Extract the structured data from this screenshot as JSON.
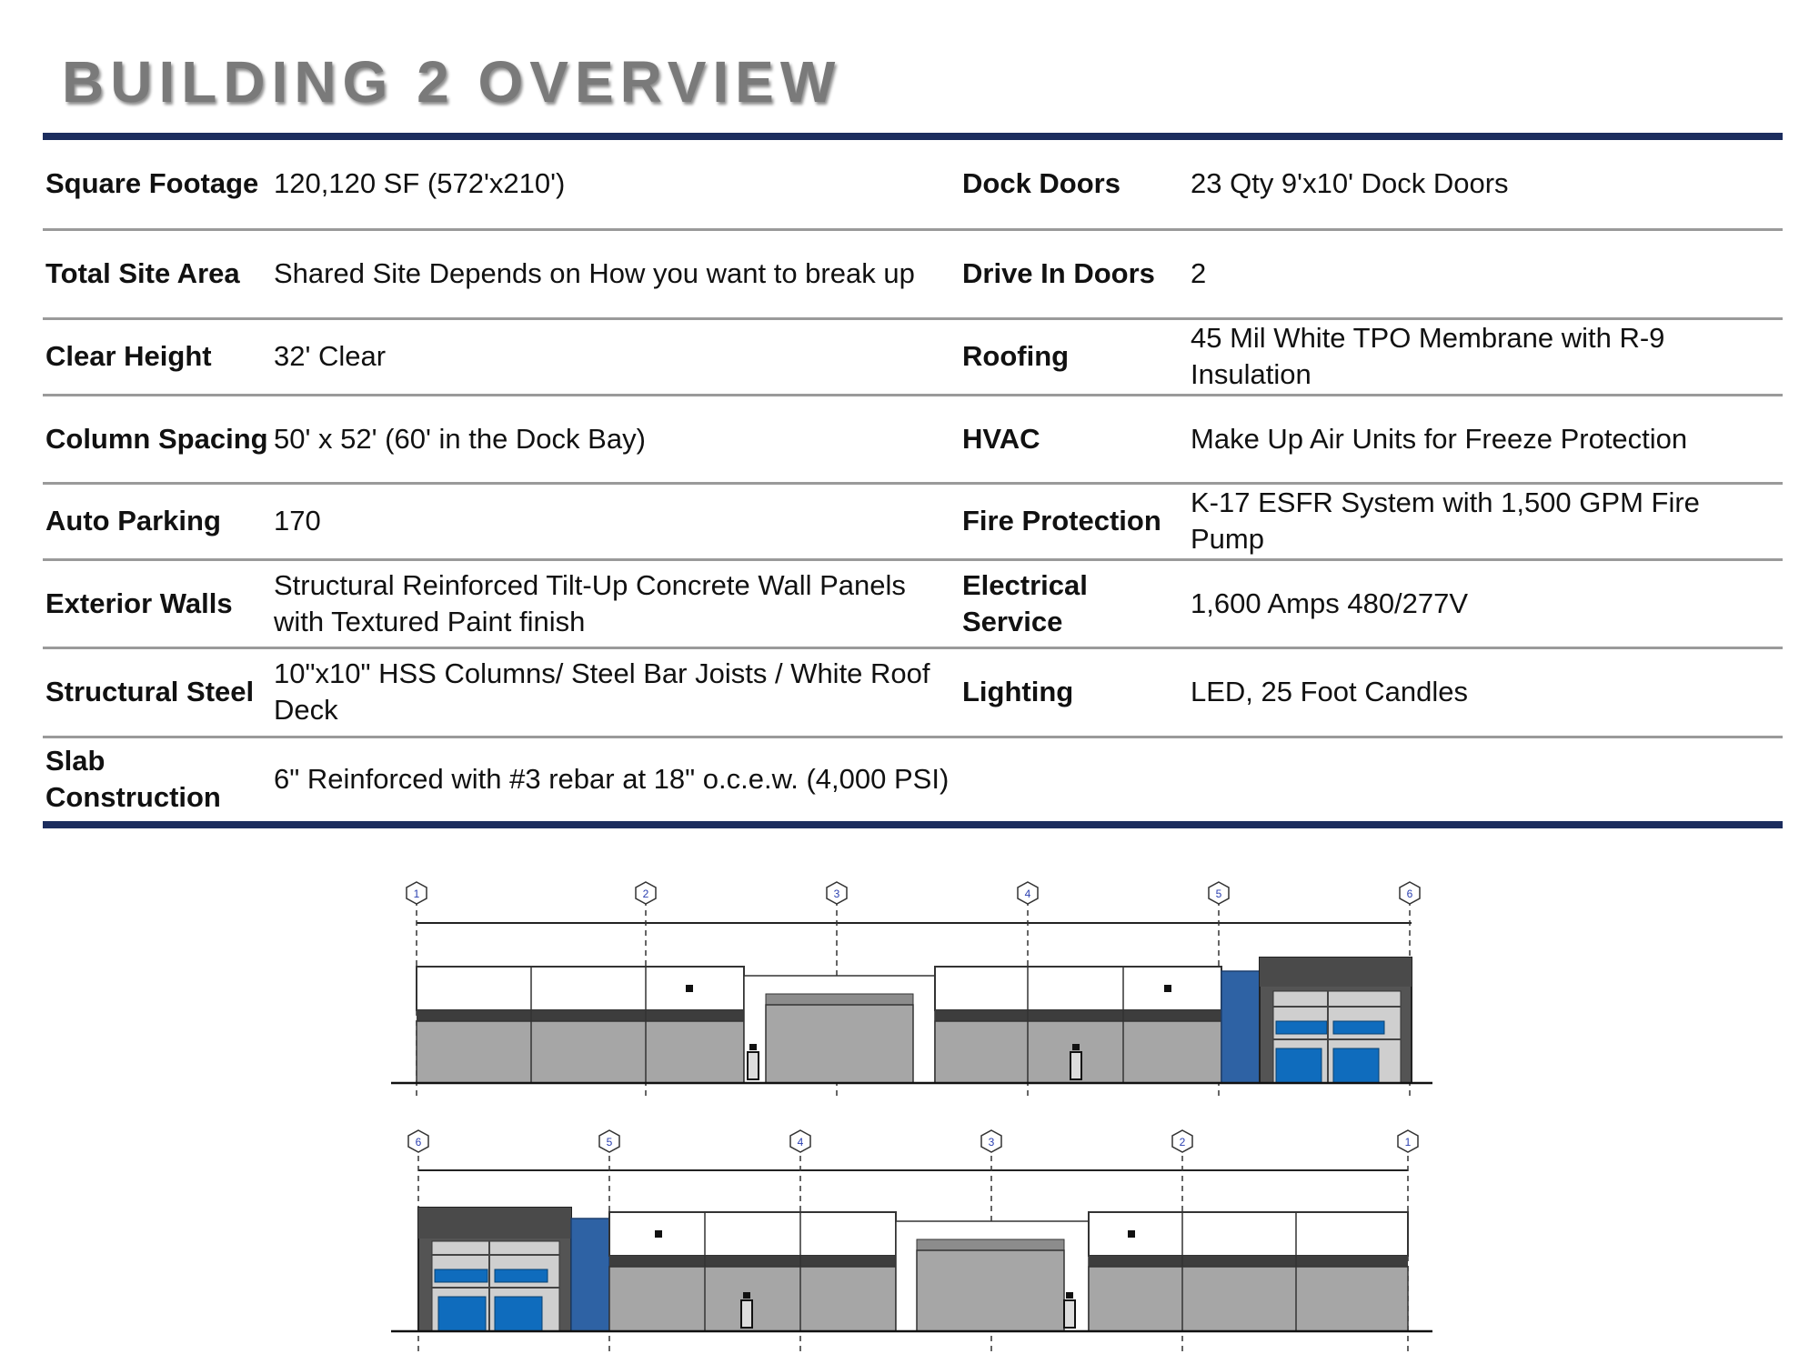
{
  "page": {
    "title": "BUILDING 2 OVERVIEW",
    "accent_color": "#1c2d5e",
    "rule_color": "#9a9a9a"
  },
  "specs": [
    {
      "left_label": "Square Footage",
      "left_value": "120,120 SF (572'x210')",
      "right_label": "Dock Doors",
      "right_value": "23 Qty 9'x10' Dock Doors"
    },
    {
      "left_label": "Total Site Area",
      "left_value": "Shared Site Depends on How you want to break up",
      "right_label": "Drive In Doors",
      "right_value": "2"
    },
    {
      "left_label": "Clear Height",
      "left_value": "32' Clear",
      "right_label": "Roofing",
      "right_value": "45 Mil White TPO Membrane with R-9 Insulation"
    },
    {
      "left_label": "Column Spacing",
      "left_value": "50' x 52' (60' in the Dock Bay)",
      "right_label": "HVAC",
      "right_value": "Make Up Air Units for Freeze Protection"
    },
    {
      "left_label": "Auto Parking",
      "left_value": "170",
      "right_label": "Fire Protection",
      "right_value": "K-17 ESFR System with 1,500 GPM Fire Pump"
    },
    {
      "left_label": "Exterior Walls",
      "left_value": "Structural Reinforced Tilt-Up Concrete Wall Panels with Textured Paint finish",
      "right_label": "Electrical Service",
      "right_value": "1,600 Amps 480/277V"
    },
    {
      "left_label": "Structural Steel",
      "left_value": "10\"x10\" HSS Columns/ Steel Bar Joists / White Roof Deck",
      "right_label": "Lighting",
      "right_value": "LED, 25 Foot Candles"
    },
    {
      "left_label": "Slab Construction",
      "left_value": "6\" Reinforced with #3 rebar at 18\" o.c.e.w. (4,000 PSI)",
      "right_label": "",
      "right_value": ""
    }
  ],
  "elevations": {
    "top_grid_labels": [
      "1",
      "2",
      "3",
      "4",
      "5",
      "6"
    ],
    "bottom_grid_labels": [
      "6",
      "5",
      "4",
      "3",
      "2",
      "1"
    ],
    "colors": {
      "panel_gray": "#a6a6a6",
      "band_dark": "#3d3d3d",
      "office_dark": "#545454",
      "glass_blue": "#0f6cbd",
      "accent_blue": "#2e62a4"
    }
  }
}
